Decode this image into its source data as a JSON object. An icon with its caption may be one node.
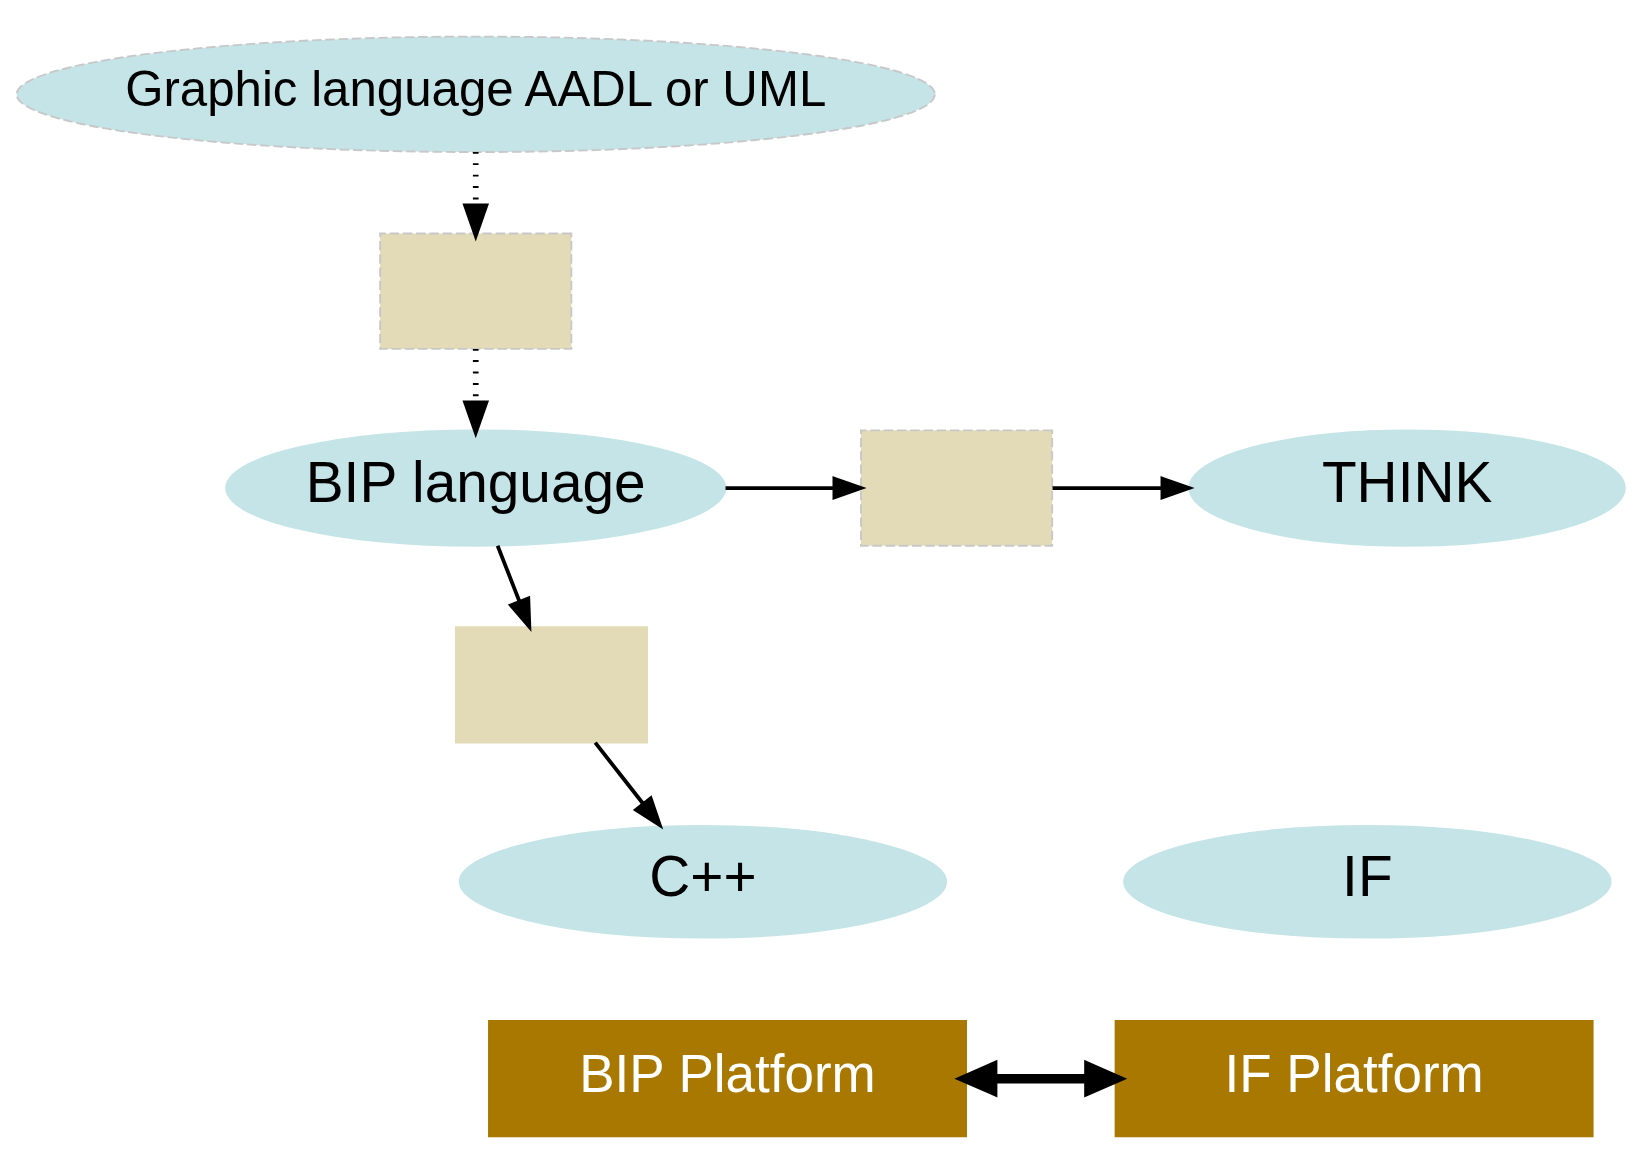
{
  "diagram": {
    "nodes": [
      {
        "text": [
          "Graphic language AADL or UML"
        ]
      },
      {
        "text": [],
        "shape": "box"
      },
      {
        "text": [
          "BIP language"
        ]
      },
      {
        "text": [],
        "shape": "box"
      },
      {
        "text": [
          "THINK"
        ]
      },
      {
        "text": [],
        "shape": "box"
      },
      {
        "text": [
          "C++"
        ]
      },
      {
        "text": [
          "BIP Platform"
        ]
      },
      {
        "text": [
          "IF"
        ]
      },
      {
        "text": [
          "IF Platform"
        ]
      }
    ],
    "edges": [
      {
        "from": 0,
        "to": 1,
        "arrow": "to",
        "style": "dashed"
      },
      {
        "from": 1,
        "to": 2,
        "arrow": "to",
        "style": "dashed"
      },
      {
        "from": 2,
        "to": 3,
        "arrow": "to"
      },
      {
        "from": 3,
        "to": 4,
        "arrow": "to"
      },
      {
        "from": 2,
        "to": 5,
        "arrow": "to"
      },
      {
        "from": 5,
        "to": 6,
        "arrow": "to"
      },
      {
        "from": 7,
        "to": 9,
        "arrow": "both",
        "style": "thick"
      }
    ]
  }
}
